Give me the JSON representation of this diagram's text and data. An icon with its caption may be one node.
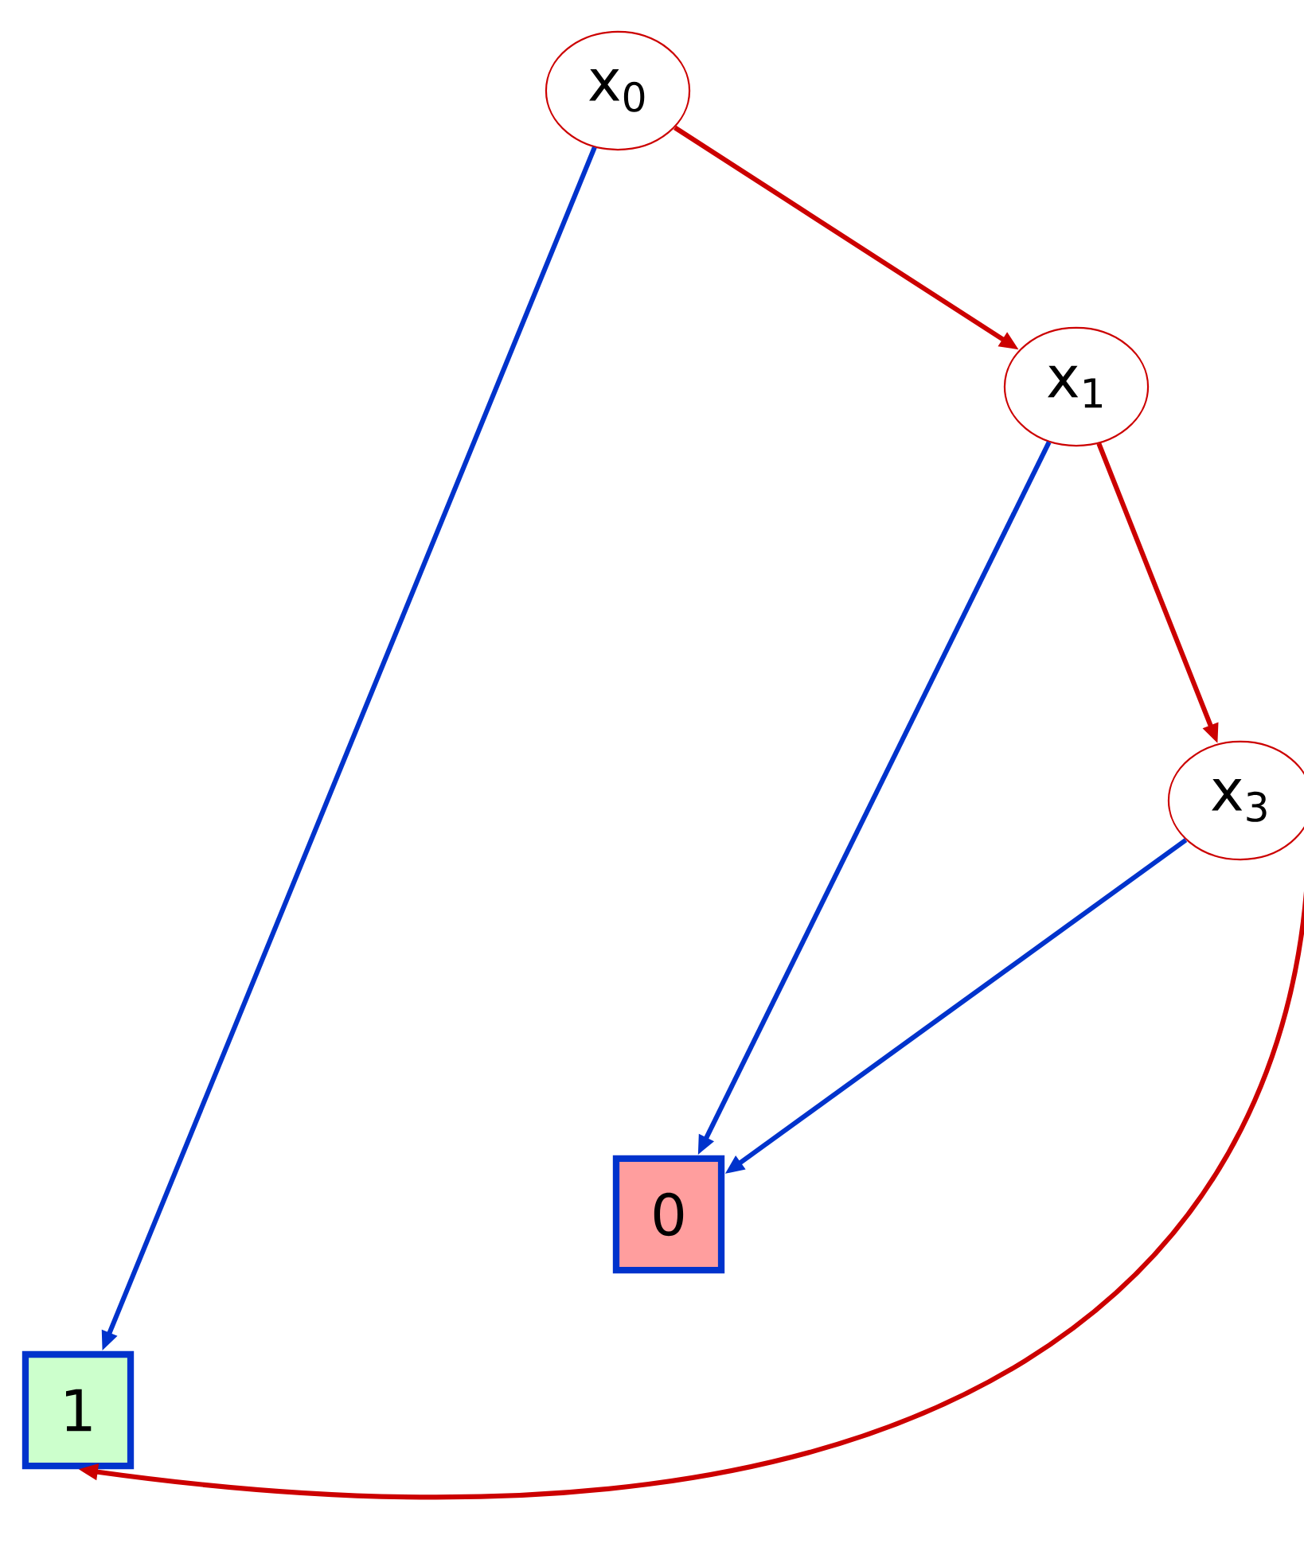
{
  "diagram": {
    "nodes": [
      {
        "text": [
          "x$_{0}$"
        ]
      },
      {
        "text": [
          "x$_{1}$"
        ]
      },
      {
        "text": [
          "x$_{3}$"
        ]
      },
      {
        "text": [
          "0"
        ]
      },
      {
        "text": [
          "1"
        ]
      }
    ],
    "edges": [
      {
        "from": 0,
        "to": 4,
        "arrow": "to",
        "color": "#0033cc"
      },
      {
        "from": 0,
        "to": 1,
        "arrow": "to",
        "color": "#cc0000"
      },
      {
        "from": 1,
        "to": 3,
        "arrow": "to",
        "color": "#0033cc"
      },
      {
        "from": 1,
        "to": 2,
        "arrow": "to",
        "color": "#cc0000"
      },
      {
        "from": 2,
        "to": 3,
        "arrow": "to",
        "color": "#0033cc"
      },
      {
        "from": 2,
        "to": 4,
        "arrow": "to",
        "color": "#cc0000"
      }
    ]
  }
}
